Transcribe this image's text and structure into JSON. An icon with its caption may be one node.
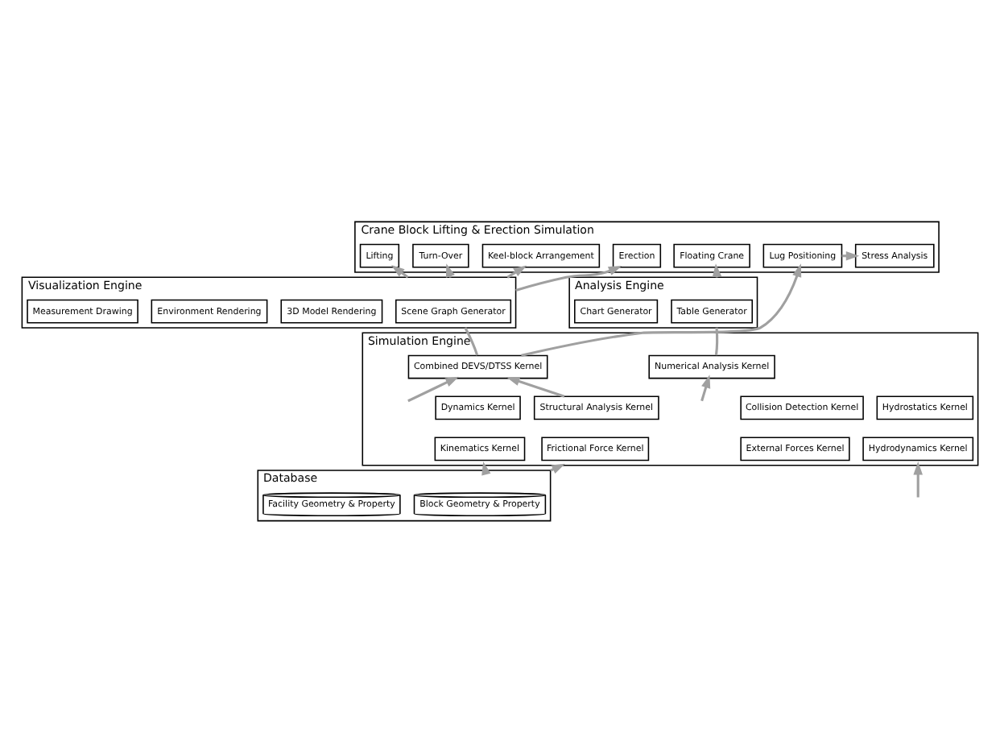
{
  "diagram": {
    "nodes": [
      {
        "text": [
          "Crane Block Lifting & Erection Simulation"
        ]
      },
      {
        "text": [
          "Turn-Over"
        ],
        "in": 0
      },
      {
        "text": [
          "Lifting"
        ],
        "in": 0
      },
      {
        "text": [
          "Erection"
        ],
        "in": 0
      },
      {
        "text": [
          "Keel-block Arrangement"
        ],
        "in": 0
      },
      {
        "text": [
          "Lug Positioning"
        ],
        "in": 0
      },
      {
        "text": [
          "Stress Analysis"
        ],
        "in": 0
      },
      {
        "text": [
          "Floating Crane"
        ],
        "in": 0
      },
      {
        "text": [
          "Visualization Engine"
        ]
      },
      {
        "text": [
          "Scene Graph Generator"
        ],
        "in": 8
      },
      {
        "text": [
          "3D Model Rendering"
        ],
        "in": 8
      },
      {
        "text": [
          "Environment Rendering"
        ],
        "in": 8
      },
      {
        "text": [
          "Measurement Drawing"
        ],
        "in": 8
      },
      {
        "text": [
          "Analysis Engine"
        ]
      },
      {
        "text": [
          "Table Generator"
        ],
        "in": 13
      },
      {
        "text": [
          "Chart Generator"
        ],
        "in": 13
      },
      {
        "text": [
          "Simulation Engine"
        ]
      },
      {
        "text": [
          "Combined DEVS/DTSS Kernel"
        ],
        "in": 16
      },
      {
        "text": [
          "Numerical Analysis Kernel"
        ],
        "in": 16
      },
      {
        "text": [
          "Dynamics Kernel"
        ],
        "in": 16
      },
      {
        "text": [
          "Collision Detection Kernel"
        ],
        "in": 16
      },
      {
        "text": [
          "Kinematics Kernel"
        ],
        "in": 16
      },
      {
        "text": [
          "External Forces Kernel"
        ],
        "in": 16
      },
      {
        "text": [
          "Structural Analysis Kernel"
        ],
        "in": 16
      },
      {
        "text": [
          "Frictional Force Kernel"
        ],
        "in": 16
      },
      {
        "text": [
          "Hydrostatics Kernel"
        ],
        "in": 16
      },
      {
        "text": [
          "Hydrodynamics Kernel"
        ],
        "in": 16
      },
      {
        "text": [
          "Database"
        ]
      },
      {
        "text": [
          "Block Geometry & Property"
        ],
        "in": 27
      },
      {
        "text": [
          "Facility Geometry & Property"
        ],
        "in": 27
      }
    ],
    "edges": [
      {
        "from": 8,
        "to": 1,
        "arrow": "to"
      },
      {
        "from": 8,
        "to": 2,
        "arrow": "to"
      },
      {
        "from": 8,
        "to": 3,
        "arrow": "to"
      },
      {
        "from": 8,
        "to": 4,
        "arrow": "to"
      },
      {
        "from": 17,
        "to": 5,
        "arrow": "to"
      },
      {
        "from": 5,
        "to": 6,
        "arrow": "to"
      },
      {
        "from": 13,
        "to": 7,
        "arrow": "to"
      },
      {
        "from": 8,
        "to": 17,
        "arrow": "none"
      },
      {
        "from": 13,
        "to": 18,
        "arrow": "none"
      },
      {
        "from": null,
        "to": 17,
        "arrow": "to"
      },
      {
        "from": 23,
        "to": 17,
        "arrow": "to"
      },
      {
        "from": null,
        "to": 18,
        "arrow": "to"
      },
      {
        "from": 27,
        "to": 16,
        "arrow": "to"
      },
      {
        "from": 27,
        "to": 16,
        "arrow": "to"
      },
      {
        "from": null,
        "to": 16,
        "arrow": "to"
      }
    ]
  }
}
